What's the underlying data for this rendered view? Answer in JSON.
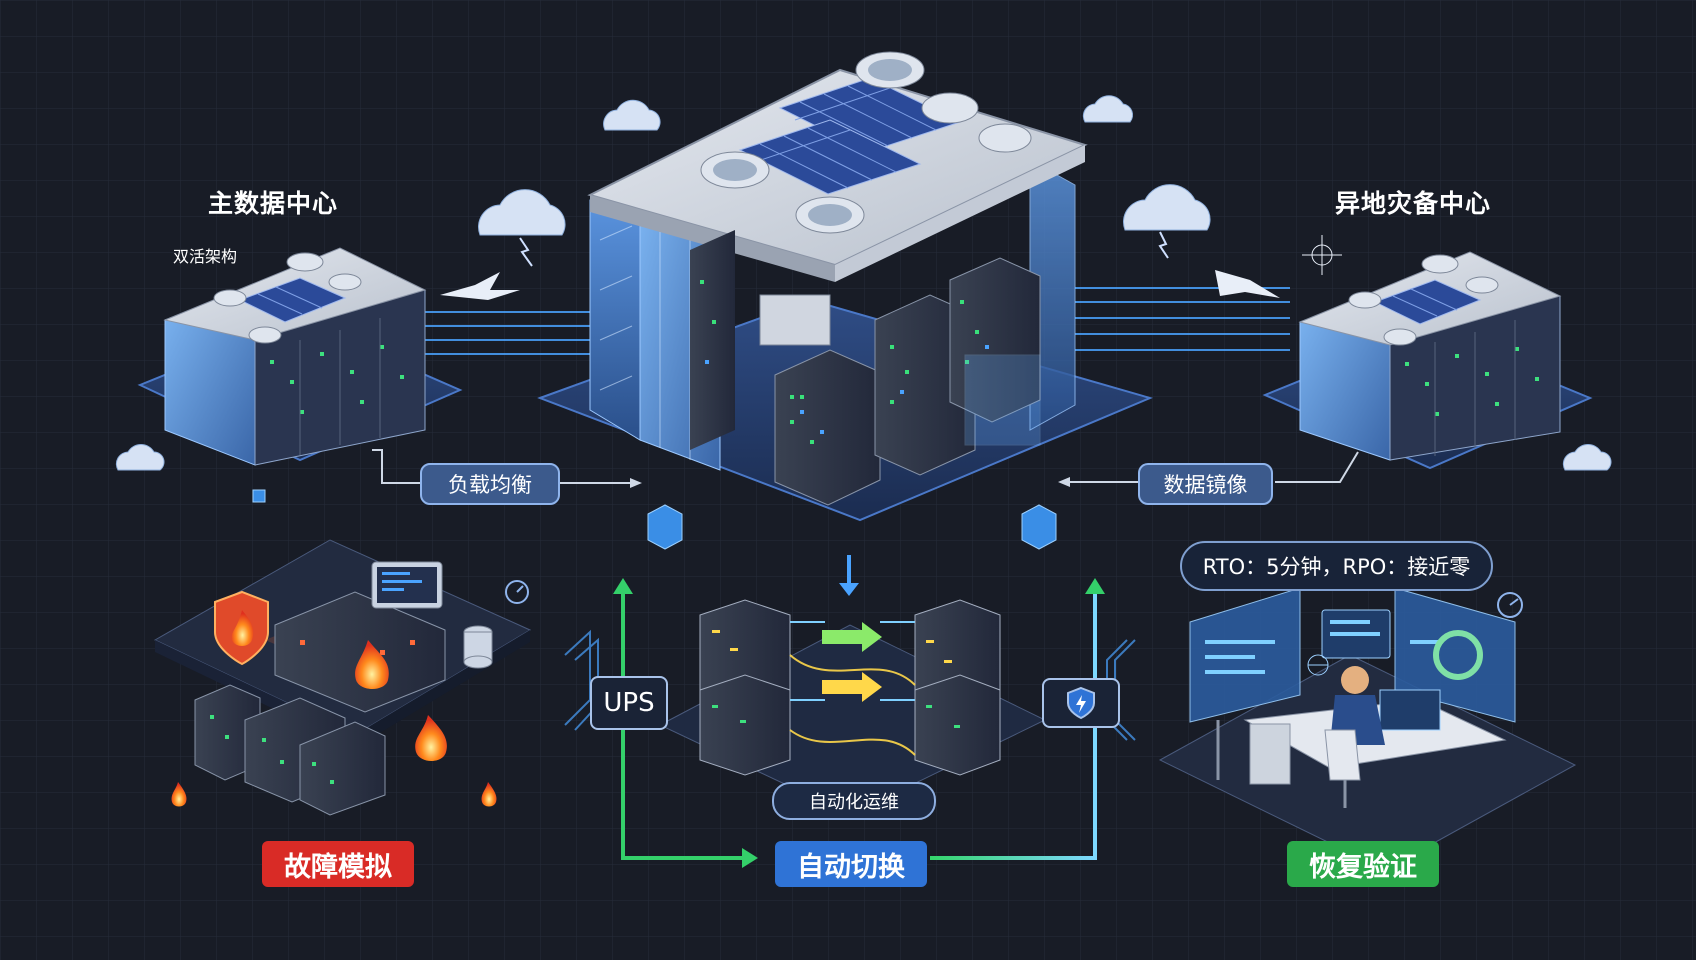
{
  "labels": {
    "primary_center": "主数据中心",
    "active_active": "双活架构",
    "backup_center": "异地灾备中心",
    "load_balance": "负载均衡",
    "data_mirror": "数据镜像",
    "rto_rpo": "RTO：5分钟，RPO：接近零",
    "ups": "UPS",
    "auto_ops": "自动化运维",
    "fault_sim": "故障模拟",
    "auto_switch": "自动切换",
    "recovery_verify": "恢复验证"
  },
  "colors": {
    "background": "#181c26",
    "accent_blue": "#2f73d6",
    "alert_red": "#d92b26",
    "ok_green": "#2aa94a",
    "flow_line": "#4aa3ff",
    "switch_line": "#34d06a"
  }
}
